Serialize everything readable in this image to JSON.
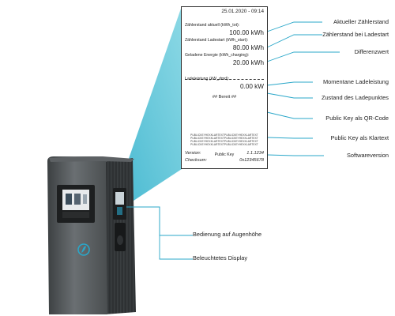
{
  "receipt": {
    "datetime": "25.01.2020 - 09:14",
    "reading_total_label": "Zählerstand aktuell (kWh_tot):",
    "reading_total_value": "100.00 kWh",
    "reading_start_label": "Zählerstand Ladestart (kWh_start):",
    "reading_start_value": "80.00 kWh",
    "energy_label": "Geladene Energie (kWh_charging):",
    "energy_value": "20.00 kWh",
    "power_label": "Ladeleistung (kW_dmd):",
    "power_value": "0.00 kW",
    "status": "## Bereit ##",
    "public_key_lines": [
      "PUBLICKEYHEXKLARTEXTPUBLICKEYHEXKLARTEXT",
      "PUBLICKEYHEXKLARTEXTPUBLICKEYHEXKLARTEXT",
      "PUBLICKEYHEXKLARTEXTPUBLICKEYHEXKLARTEXT",
      "PUBLICKEYHEXKLARTEXTPUBLICKEYHEXKLARTEXT"
    ],
    "public_key_label": "Public Key",
    "version_label": "Version:",
    "version_value": "1.1.1234",
    "checksum_label": "Checksum:",
    "checksum_value": "0x12345678"
  },
  "annotations": {
    "current_reading": "Aktueller Zählerstand",
    "start_reading": "Zählerstand bei Ladestart",
    "difference": "Differenzwert",
    "current_power": "Momentane Ladeleistung",
    "charge_point_state": "Zustand des Ladepunktes",
    "public_key_qr": "Public Key als QR-Code",
    "public_key_text": "Public Key als Klartext",
    "software_version": "Softwareversion",
    "eye_level_operation": "Bedienung auf Augenhöhe",
    "illuminated_display": "Beleuchtetes Display"
  },
  "colors": {
    "accent": "#2aa7c9",
    "beam": "#57c5d8",
    "station_body": "#4e5254",
    "station_dark": "#2f3234"
  },
  "icons": {
    "brand_logo": "leaf-circle-logo"
  }
}
